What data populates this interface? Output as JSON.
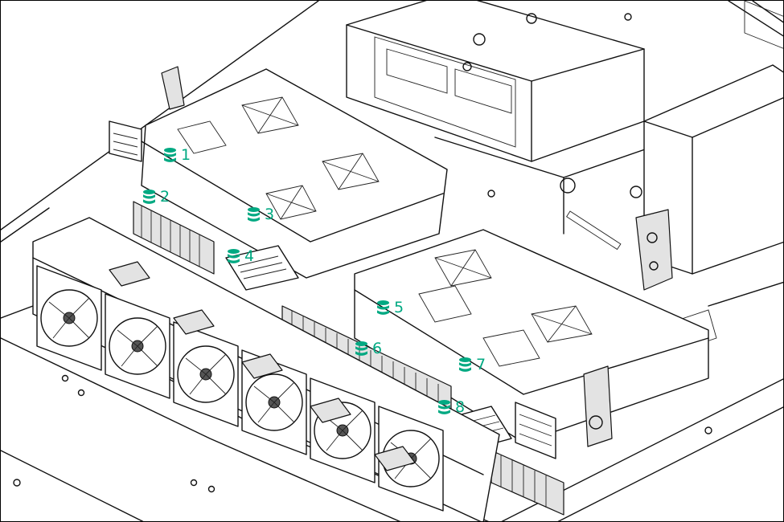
{
  "figure": {
    "accent_color": "#01a982",
    "icon": "storage-stack-icon",
    "callouts": [
      {
        "label": "1"
      },
      {
        "label": "2"
      },
      {
        "label": "3"
      },
      {
        "label": "4"
      },
      {
        "label": "5"
      },
      {
        "label": "6"
      },
      {
        "label": "7"
      },
      {
        "label": "8"
      }
    ]
  }
}
